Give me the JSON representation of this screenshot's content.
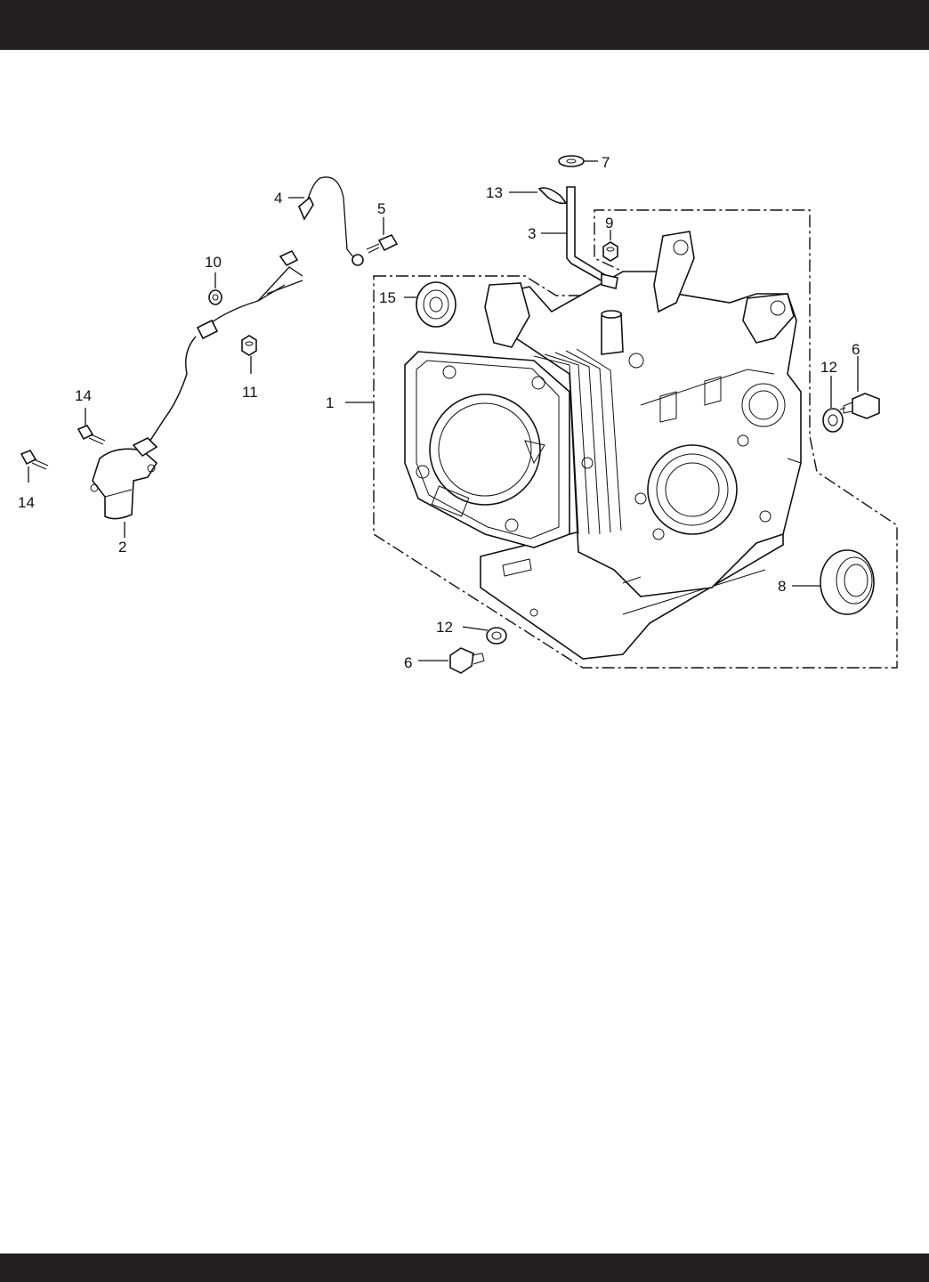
{
  "callouts": {
    "c1": "1",
    "c2": "2",
    "c3": "3",
    "c4": "4",
    "c5": "5",
    "c6a": "6",
    "c6b": "6",
    "c7": "7",
    "c8": "8",
    "c9": "9",
    "c10": "10",
    "c11": "11",
    "c12a": "12",
    "c12b": "12",
    "c13": "13",
    "c14a": "14",
    "c14b": "14",
    "c15": "15"
  },
  "colors": {
    "band": "#231f20",
    "ink": "#111111"
  }
}
